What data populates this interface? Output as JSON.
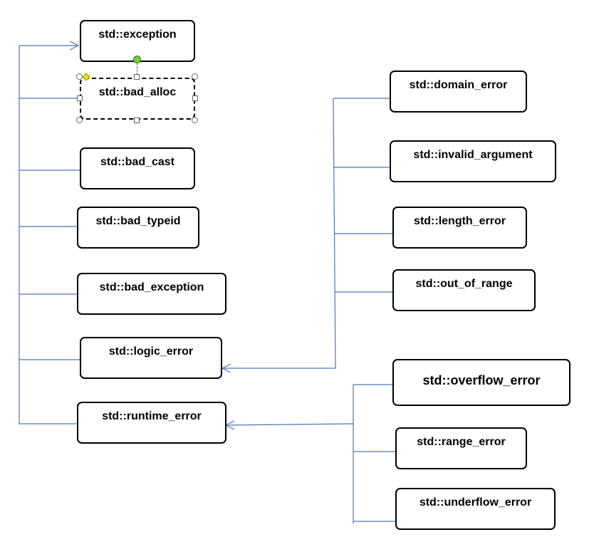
{
  "colors": {
    "connector": "#4a76b8",
    "box_border": "#000000",
    "handle_rotate": "#6fcf38",
    "handle_adjust": "#f2e600"
  },
  "nodes": {
    "exception": "std::exception",
    "bad_alloc": "std::bad_alloc",
    "bad_cast": "std::bad_cast",
    "bad_typeid": "std::bad_typeid",
    "bad_exception": "std::bad_exception",
    "logic_error": "std::logic_error",
    "runtime_error": "std::runtime_error",
    "domain_error": "std::domain_error",
    "invalid_argument": "std::invalid_argument",
    "length_error": "std::length_error",
    "out_of_range": "std::out_of_range",
    "overflow_error": "std::overflow_error",
    "range_error": "std::range_error",
    "underflow_error": "std::underflow_error"
  },
  "edges": [
    {
      "from": "bad_alloc",
      "to": "exception"
    },
    {
      "from": "bad_cast",
      "to": "exception"
    },
    {
      "from": "bad_typeid",
      "to": "exception"
    },
    {
      "from": "bad_exception",
      "to": "exception"
    },
    {
      "from": "logic_error",
      "to": "exception"
    },
    {
      "from": "runtime_error",
      "to": "exception"
    },
    {
      "from": "domain_error",
      "to": "logic_error"
    },
    {
      "from": "invalid_argument",
      "to": "logic_error"
    },
    {
      "from": "length_error",
      "to": "logic_error"
    },
    {
      "from": "out_of_range",
      "to": "logic_error"
    },
    {
      "from": "overflow_error",
      "to": "runtime_error"
    },
    {
      "from": "range_error",
      "to": "runtime_error"
    },
    {
      "from": "underflow_error",
      "to": "runtime_error"
    }
  ],
  "selected_node": "bad_alloc"
}
